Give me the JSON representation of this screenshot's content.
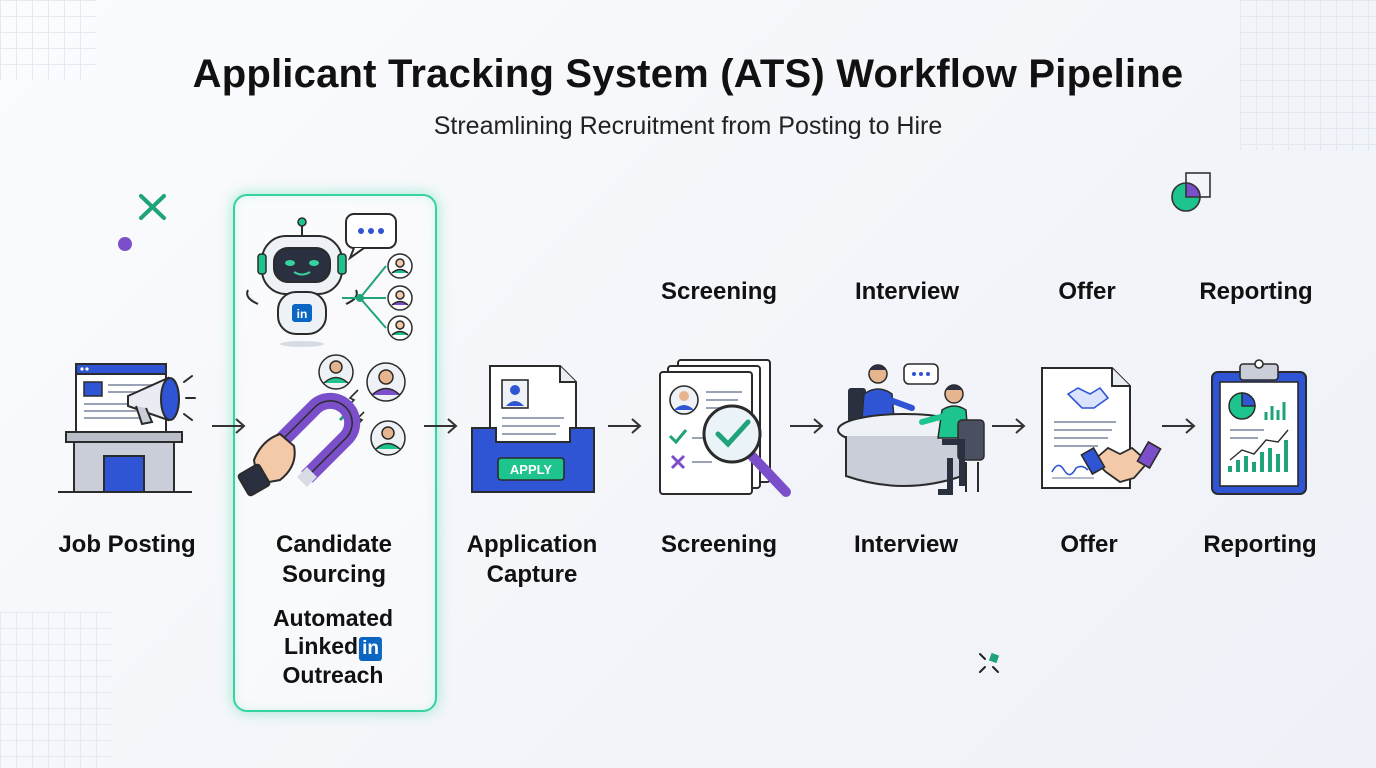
{
  "title": "Applicant Tracking System (ATS) Workflow Pipeline",
  "subtitle": "Streamlining Recruitment from Posting to Hire",
  "top_labels": [
    "Screening",
    "Interview",
    "Offer",
    "Reporting"
  ],
  "stages": [
    {
      "label_lines": [
        "Job Posting"
      ],
      "icon": "job-board-megaphone-icon"
    },
    {
      "label_lines": [
        "Candidate",
        "Sourcing"
      ],
      "icon": "ai-robot-magnet-icon",
      "highlighted": true,
      "note": {
        "line1": "Automated",
        "line2_text": "Linked",
        "line2_badge": "in",
        "line3": "Outreach"
      }
    },
    {
      "label_lines": [
        "Application",
        "Capture"
      ],
      "icon": "application-inbox-icon",
      "badge": "APPLY"
    },
    {
      "label_lines": [
        "Screening"
      ],
      "icon": "resume-magnifier-icon"
    },
    {
      "label_lines": [
        "Interview"
      ],
      "icon": "interview-table-icon"
    },
    {
      "label_lines": [
        "Offer"
      ],
      "icon": "offer-handshake-icon"
    },
    {
      "label_lines": [
        "Reporting"
      ],
      "icon": "clipboard-chart-icon"
    }
  ],
  "robot_badge": "in",
  "colors": {
    "accent": "#34d3a0",
    "blue": "#2f55d4",
    "purple": "#7b4fc9",
    "green": "#1ea37a",
    "linkedin": "#0a66c2"
  }
}
